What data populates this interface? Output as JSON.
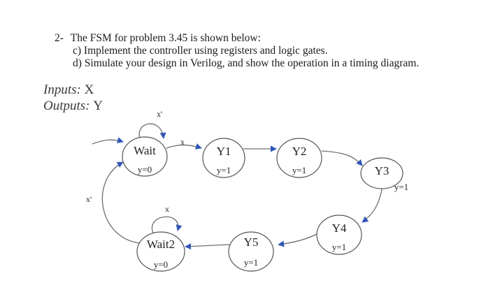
{
  "problem": {
    "number": "2-",
    "intro": "The FSM for problem 3.45 is shown below:",
    "parts": [
      "c) Implement the controller using registers and logic gates.",
      "d) Simulate your design in Verilog, and show the operation in a timing diagram."
    ]
  },
  "inputs_line": {
    "label": "Inputs:",
    "value": "X"
  },
  "outputs_line": {
    "label": "Outputs:",
    "value": "Y"
  },
  "states": [
    {
      "name": "Wait",
      "output": "y=0"
    },
    {
      "name": "Y1",
      "output": "y=1"
    },
    {
      "name": "Y2",
      "output": "y=1"
    },
    {
      "name": "Y3",
      "output": "y=1"
    },
    {
      "name": "Y4",
      "output": "y=1"
    },
    {
      "name": "Y5",
      "output": "y=1"
    },
    {
      "name": "Wait2",
      "output": "y=0"
    }
  ],
  "transitions": [
    {
      "from": "Wait",
      "to": "Wait",
      "label": "x'"
    },
    {
      "from": "Wait",
      "to": "Y1",
      "label": "x"
    },
    {
      "from": "Y1",
      "to": "Y2",
      "label": ""
    },
    {
      "from": "Y2",
      "to": "Y3",
      "label": ""
    },
    {
      "from": "Y3",
      "to": "Y4",
      "label": ""
    },
    {
      "from": "Y4",
      "to": "Y5",
      "label": ""
    },
    {
      "from": "Y5",
      "to": "Wait2",
      "label": ""
    },
    {
      "from": "Wait2",
      "to": "Wait2",
      "label": "x"
    },
    {
      "from": "Wait2",
      "to": "Wait",
      "label": "x'"
    }
  ],
  "colors": {
    "edge": "#6f6f6f",
    "arrowhead": "#2f55b5",
    "node_stroke": "#555555",
    "text": "#1a1a1a"
  }
}
